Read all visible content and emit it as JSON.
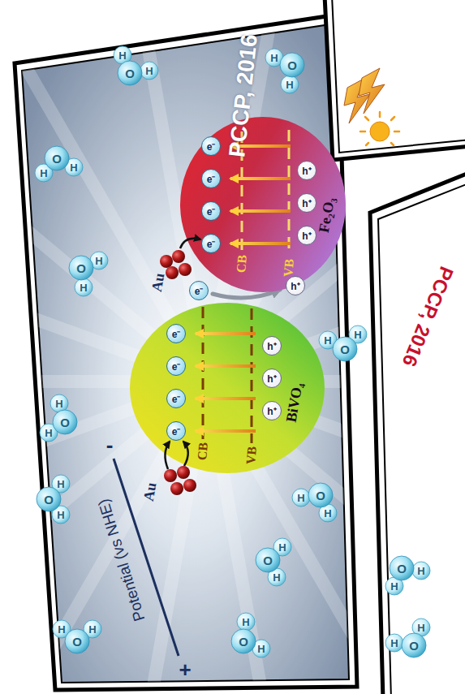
{
  "diagram": {
    "nodes": [
      {
        "text": [
          "Fe₂O₃"
        ]
      },
      {
        "text": [
          "BiVO₄"
        ]
      }
    ],
    "labels": [
      "PCCP, 2016",
      "PCCP, 2016",
      "Potential (vs NHE)",
      "-",
      "+",
      "Au",
      "Au",
      "CB",
      "VB",
      "CB",
      "VB",
      "e⁻",
      "e⁻",
      "e⁻",
      "e⁻",
      "e⁻",
      "h⁺",
      "h⁺",
      "h⁺",
      "h⁺",
      "e⁻",
      "e⁻",
      "e⁻",
      "e⁻",
      "h⁺",
      "h⁺",
      "h⁺",
      "H",
      "O",
      "H",
      "H",
      "O",
      "H",
      "H",
      "O",
      "H",
      "H",
      "O",
      "H",
      "H",
      "O",
      "H",
      "H",
      "O",
      "H",
      "H",
      "O",
      "H",
      "H",
      "O",
      "H",
      "H",
      "O",
      "H",
      "H",
      "O",
      "H",
      "H",
      "O",
      "H",
      "H",
      "O",
      "H",
      "H",
      "O",
      "H"
    ]
  }
}
